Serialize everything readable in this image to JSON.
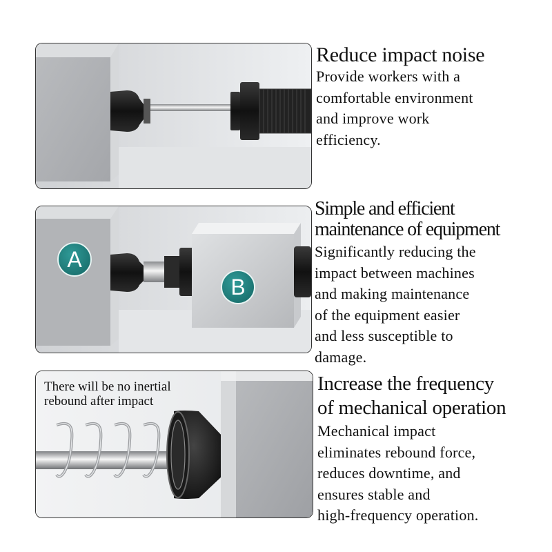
{
  "sections": [
    {
      "title": "Reduce impact noise",
      "body": [
        "Provide workers with a",
        "comfortable environment",
        "and improve work",
        "efficiency."
      ]
    },
    {
      "title_lines": [
        "Simple and efficient",
        "maintenance of equipment"
      ],
      "body": [
        "Significantly reducing the",
        "impact between machines",
        "and making maintenance",
        "of the equipment easier",
        "and less susceptible to",
        "damage."
      ],
      "badges": [
        "A",
        "B"
      ]
    },
    {
      "title_lines": [
        "Increase the frequency",
        "of mechanical operation"
      ],
      "body": [
        "Mechanical impact",
        "eliminates rebound force,",
        "reduces downtime, and",
        "ensures stable and",
        "high-frequency operation."
      ],
      "caption": [
        "There will be no inertial",
        "rebound after impact"
      ]
    }
  ],
  "colors": {
    "badge": "#1e7a78",
    "metal": "#c9cbce",
    "dark_part": "#1c1c1c"
  }
}
